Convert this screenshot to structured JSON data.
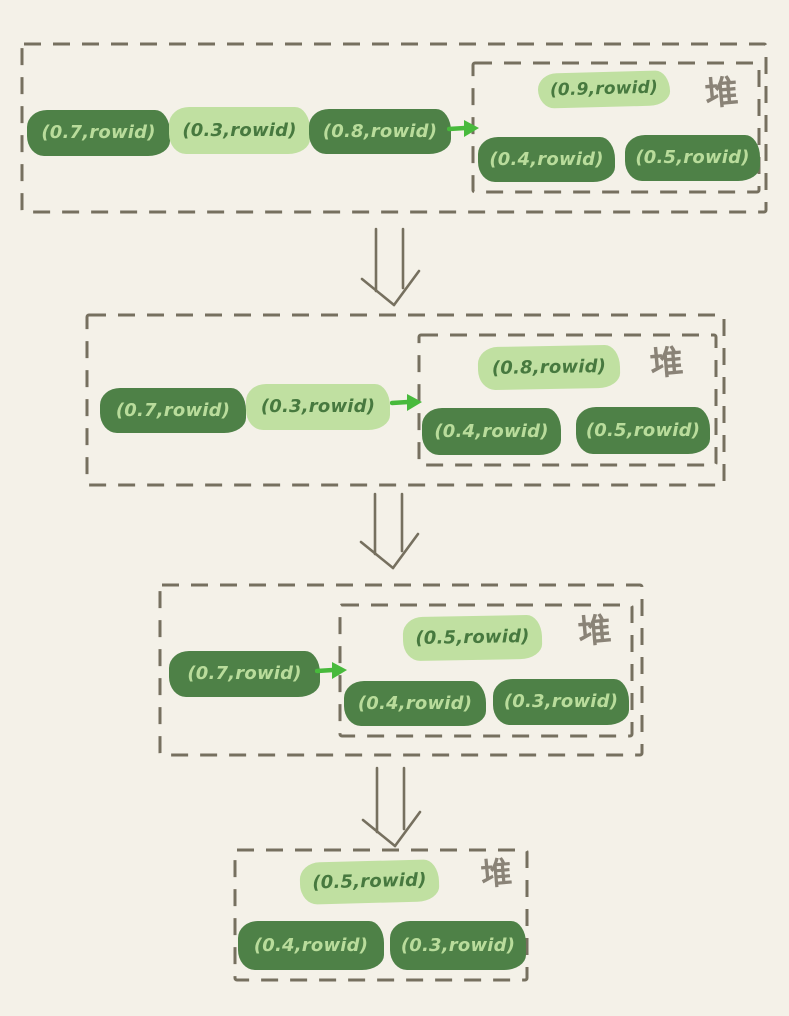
{
  "diagram": {
    "heap_label": "堆",
    "stages": [
      {
        "queue": [
          {
            "text": "(0.7,rowid)",
            "variant": "dark"
          },
          {
            "text": "(0.3,rowid)",
            "variant": "light"
          },
          {
            "text": "(0.8,rowid)",
            "variant": "dark"
          }
        ],
        "heap": {
          "top": {
            "text": "(0.9,rowid)",
            "variant": "light"
          },
          "children": [
            {
              "text": "(0.4,rowid)",
              "variant": "dark"
            },
            {
              "text": "(0.5,rowid)",
              "variant": "dark"
            }
          ]
        }
      },
      {
        "queue": [
          {
            "text": "(0.7,rowid)",
            "variant": "dark"
          },
          {
            "text": "(0.3,rowid)",
            "variant": "light"
          }
        ],
        "heap": {
          "top": {
            "text": "(0.8,rowid)",
            "variant": "light"
          },
          "children": [
            {
              "text": "(0.4,rowid)",
              "variant": "dark"
            },
            {
              "text": "(0.5,rowid)",
              "variant": "dark"
            }
          ]
        }
      },
      {
        "queue": [
          {
            "text": "(0.7,rowid)",
            "variant": "dark"
          }
        ],
        "heap": {
          "top": {
            "text": "(0.5,rowid)",
            "variant": "light"
          },
          "children": [
            {
              "text": "(0.4,rowid)",
              "variant": "dark"
            },
            {
              "text": "(0.3,rowid)",
              "variant": "dark"
            }
          ]
        }
      },
      {
        "queue": [],
        "heap": {
          "top": {
            "text": "(0.5,rowid)",
            "variant": "light"
          },
          "children": [
            {
              "text": "(0.4,rowid)",
              "variant": "dark"
            },
            {
              "text": "(0.3,rowid)",
              "variant": "dark"
            }
          ]
        }
      }
    ],
    "colors": {
      "bg": "#f4f1e8",
      "pill-dark": "#4e8147",
      "pill-dark-text": "#b9dc9b",
      "pill-light": "#c0e0a1",
      "pill-light-text": "#47793f",
      "dash": "#76705f",
      "heap-label-color": "#8a8377",
      "arrow-green": "#48ba3c"
    }
  }
}
